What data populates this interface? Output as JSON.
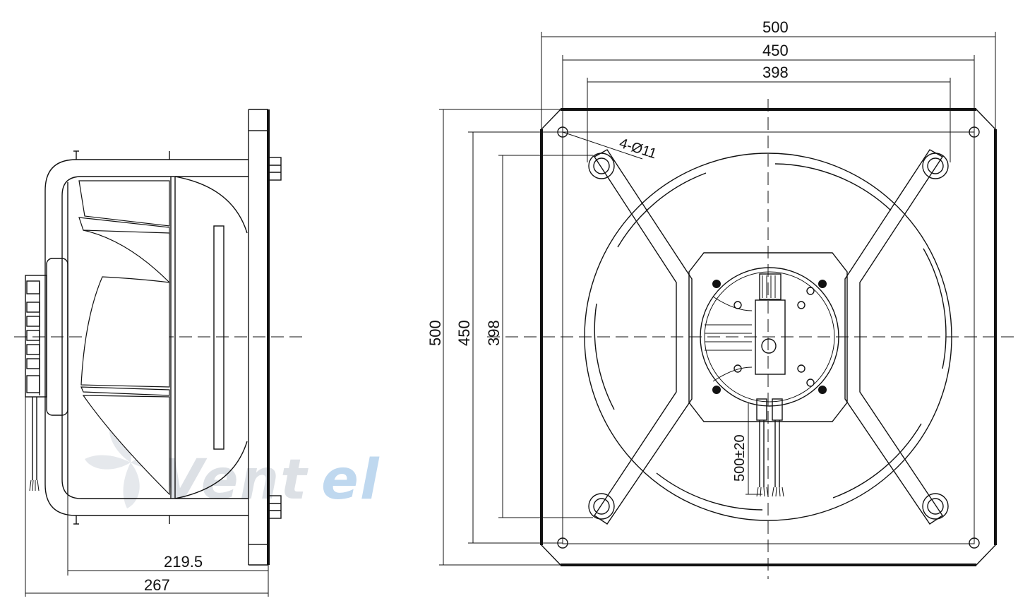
{
  "side_view": {
    "dim_width_inner": "219.5",
    "dim_width_total": "267"
  },
  "front_view": {
    "dim_top_500": "500",
    "dim_top_450": "450",
    "dim_top_398": "398",
    "dim_left_500": "500",
    "dim_left_450": "450",
    "dim_left_398": "398",
    "hole_callout": "4-Ø11",
    "cable_length": "500±20"
  },
  "watermark": {
    "text_main": "Vent",
    "text_accent": "el",
    "accent_color": "#b9d4ee"
  },
  "colors": {
    "line": "#111111",
    "background": "#ffffff"
  }
}
